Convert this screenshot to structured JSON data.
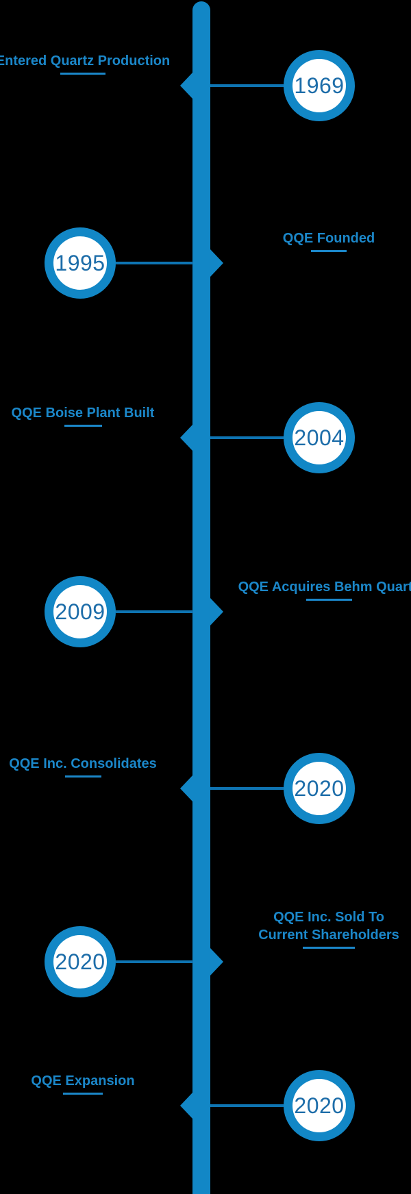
{
  "background_color": "#000000",
  "colors": {
    "timeline_blue": "#1287c6",
    "connector_blue": "#0e74b2",
    "year_text_blue": "#1d6da9",
    "label_text_blue": "#1b87c9",
    "circle_fill": "#ffffff"
  },
  "timeline": {
    "type": "vertical-timeline",
    "events": [
      {
        "year": "1969",
        "label_lines": [
          "Entered Quartz Production"
        ],
        "circle_side": "right"
      },
      {
        "year": "1995",
        "label_lines": [
          "QQE Founded"
        ],
        "circle_side": "left"
      },
      {
        "year": "2004",
        "label_lines": [
          "QQE Boise Plant Built"
        ],
        "circle_side": "right"
      },
      {
        "year": "2009",
        "label_lines": [
          "QQE Acquires Behm Quartz"
        ],
        "circle_side": "left"
      },
      {
        "year": "2020",
        "label_lines": [
          "QQE Inc. Consolidates"
        ],
        "circle_side": "right"
      },
      {
        "year": "2020",
        "label_lines": [
          "QQE Inc. Sold To",
          "Current Shareholders"
        ],
        "circle_side": "left"
      },
      {
        "year": "2020",
        "label_lines": [
          "QQE Expansion"
        ],
        "circle_side": "right"
      }
    ]
  }
}
